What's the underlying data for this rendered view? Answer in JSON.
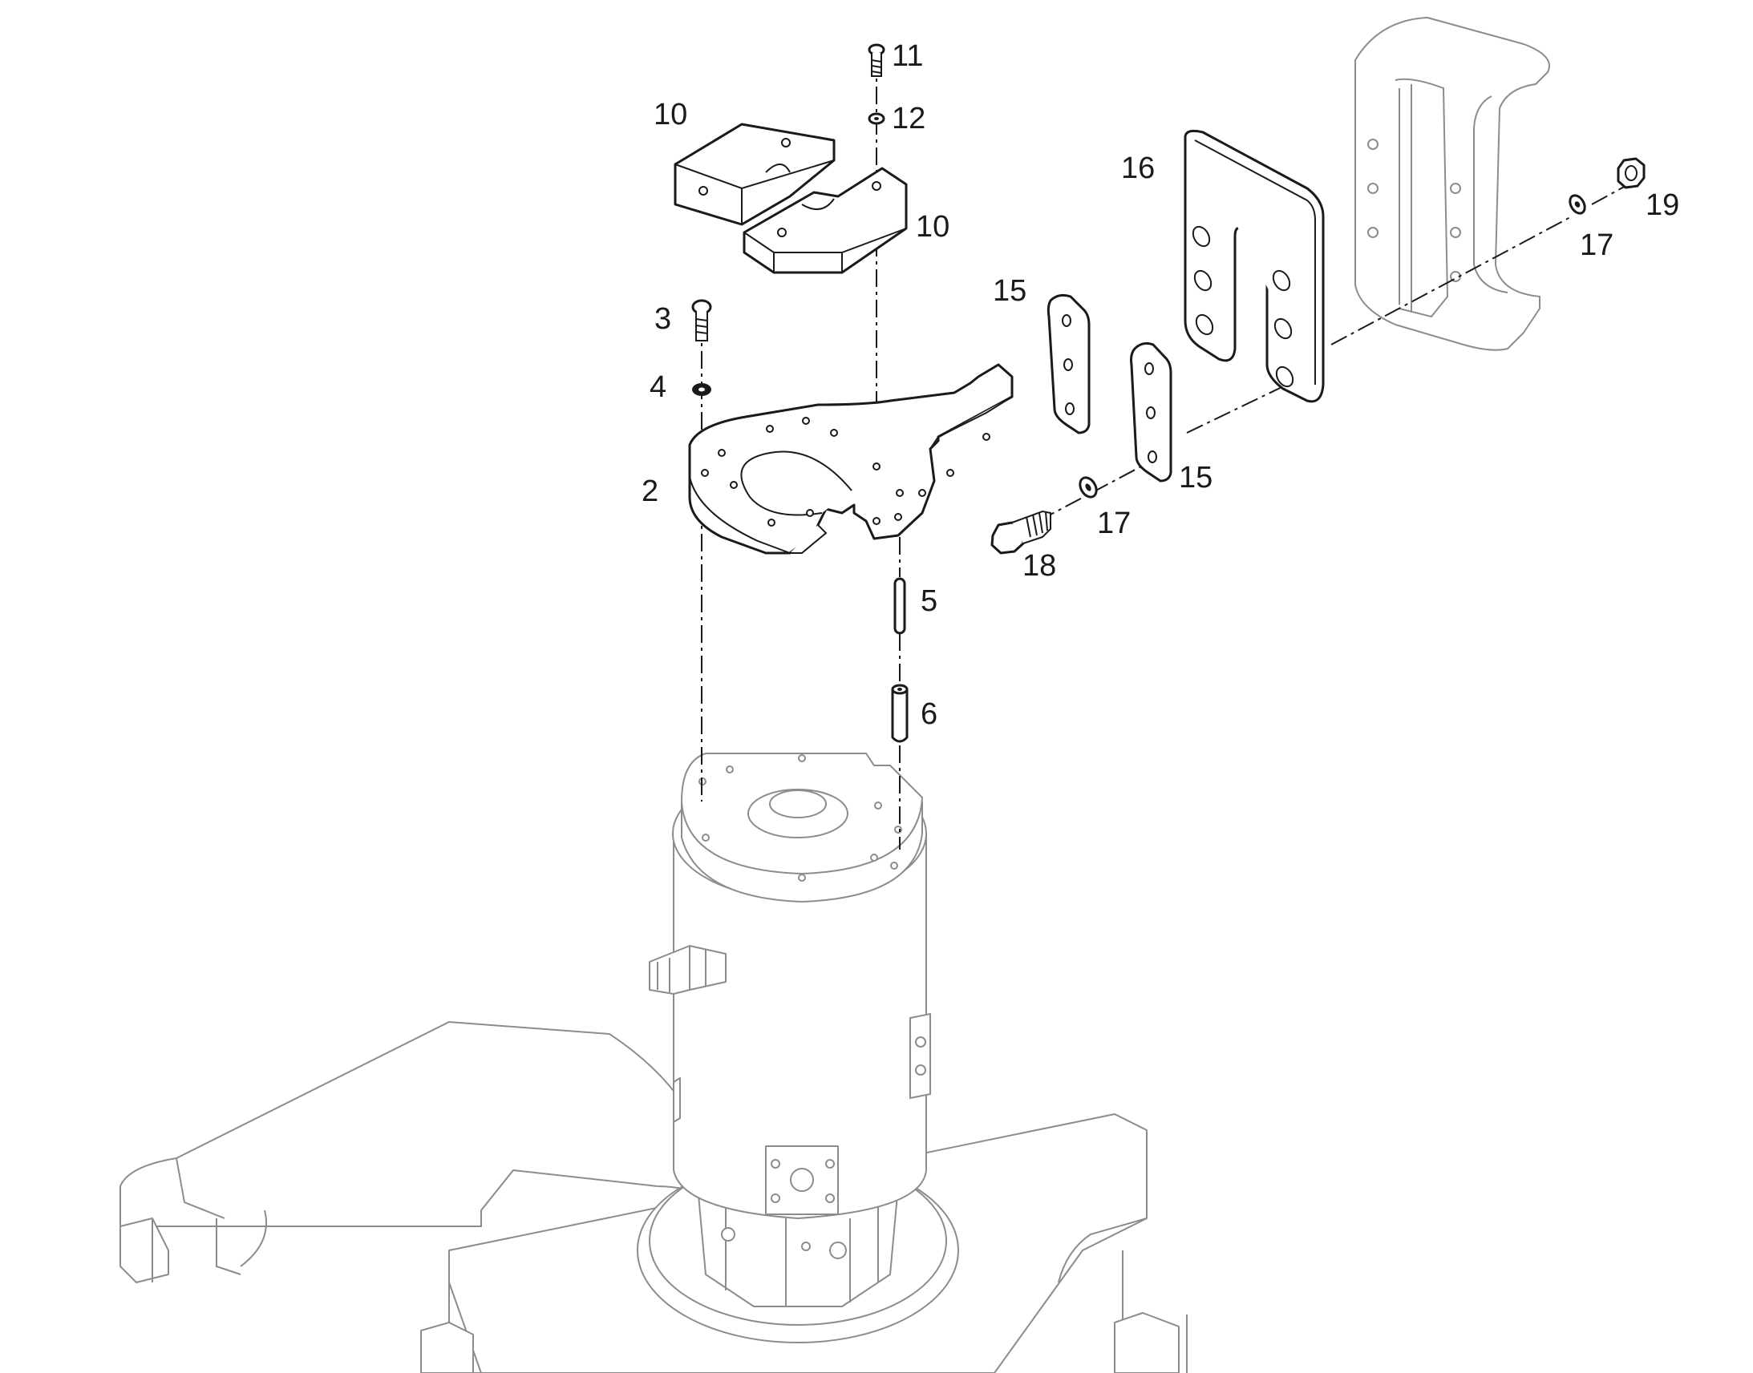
{
  "labels": {
    "l2": "2",
    "l3": "3",
    "l4": "4",
    "l5": "5",
    "l6": "6",
    "l10a": "10",
    "l10b": "10",
    "l11": "11",
    "l12": "12",
    "l15a": "15",
    "l15b": "15",
    "l16": "16",
    "l17a": "17",
    "l17b": "17",
    "l18": "18",
    "l19": "19"
  },
  "colors": {
    "part_line": "#1a1a1a",
    "context_line": "#8c8c8c",
    "background": "#ffffff"
  }
}
